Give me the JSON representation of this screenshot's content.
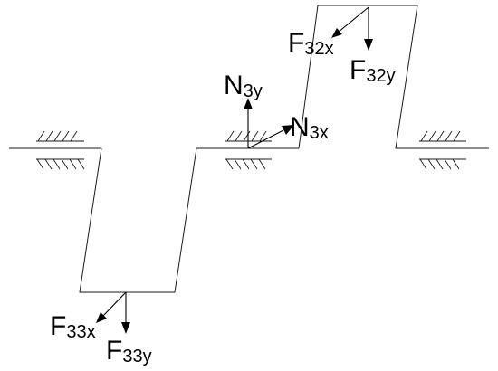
{
  "labels": {
    "F32x": {
      "main": "F",
      "sub": "32x"
    },
    "F32y": {
      "main": "F",
      "sub": "32y"
    },
    "N3y": {
      "main": "N",
      "sub": "3y"
    },
    "N3x": {
      "main": "N",
      "sub": "3x"
    },
    "F33x": {
      "main": "F",
      "sub": "33x"
    },
    "F33y": {
      "main": "F",
      "sub": "33y"
    }
  }
}
